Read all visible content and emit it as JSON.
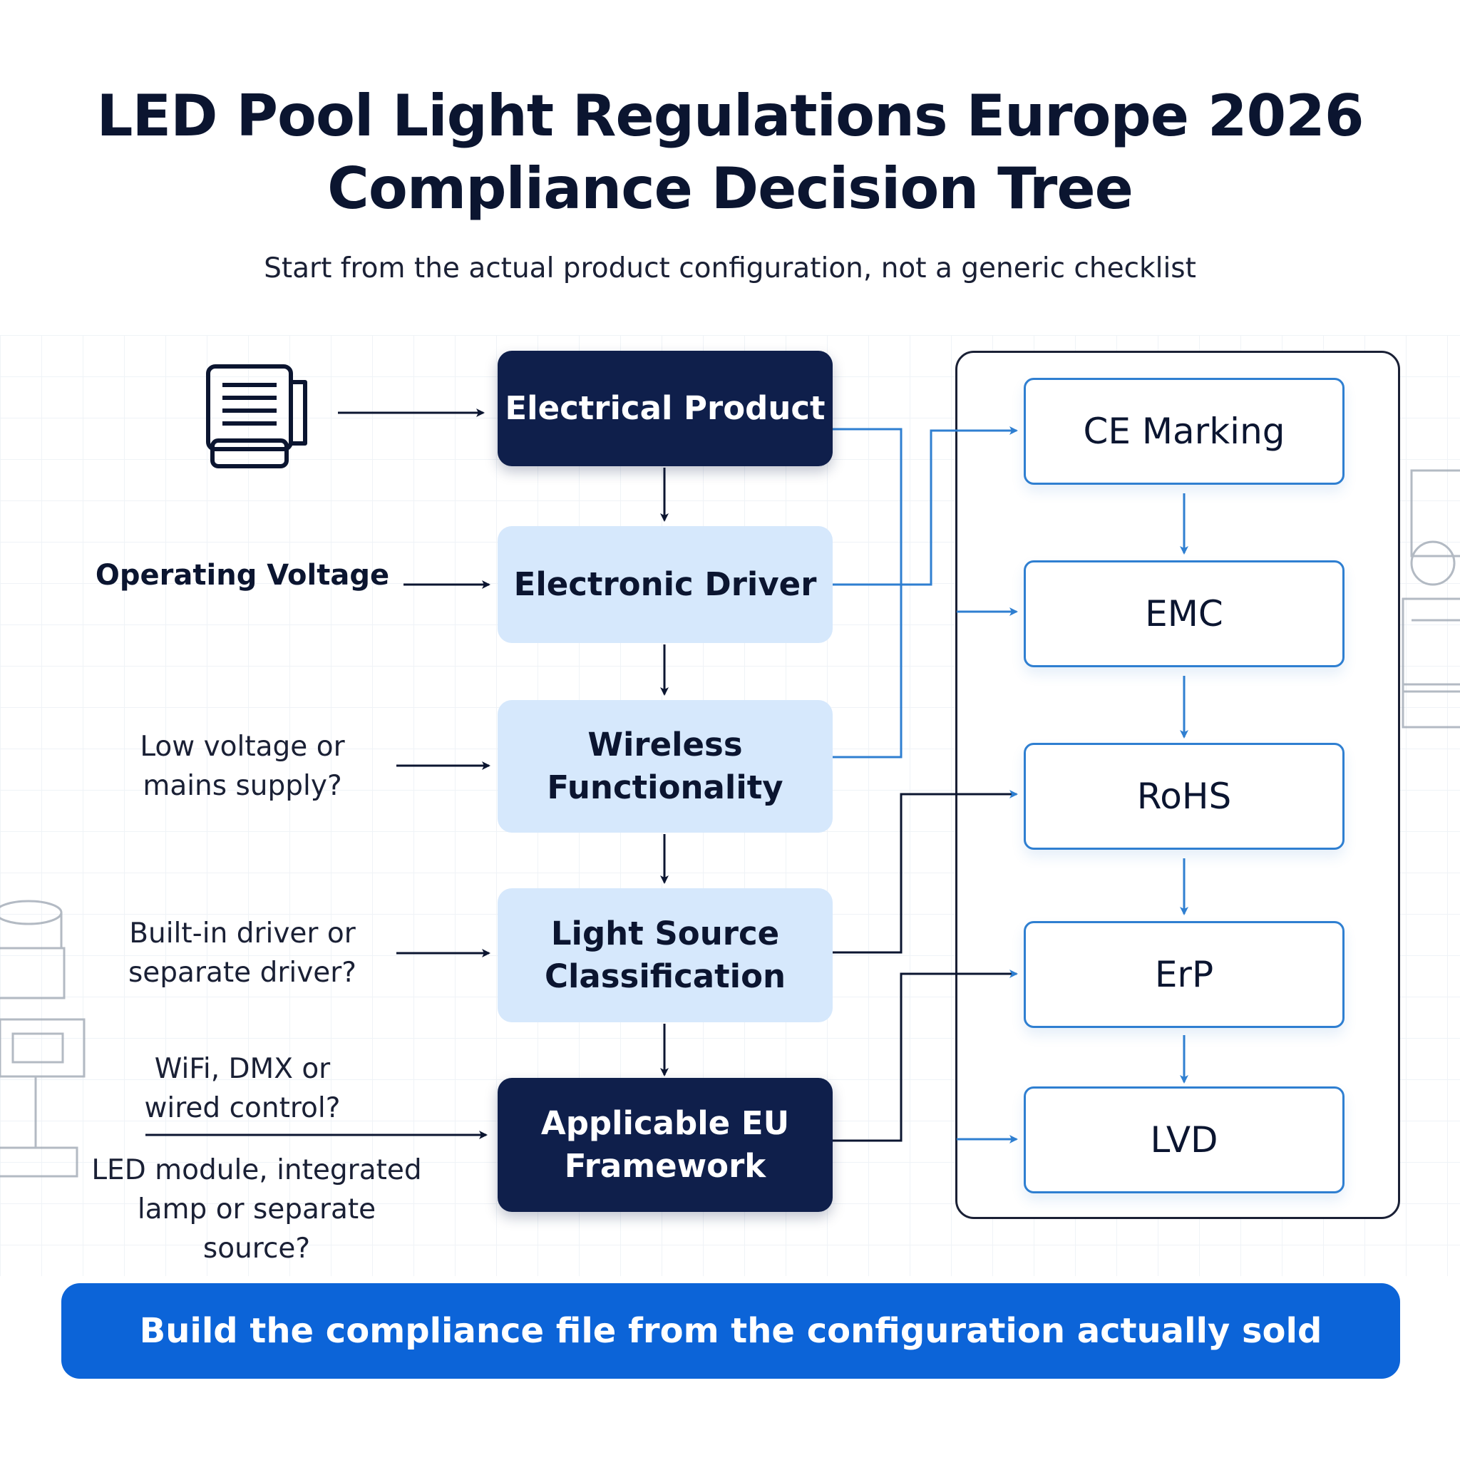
{
  "header": {
    "title_line1": "LED Pool Light Regulations Europe 2026",
    "title_line2": "Compliance Decision Tree",
    "subtitle": "Start from the actual product configuration, not a generic checklist"
  },
  "flow": {
    "nodes": [
      {
        "label": "Electrical Product"
      },
      {
        "label": "Electronic Driver"
      },
      {
        "label": "Wireless Functionality"
      },
      {
        "label": "Light Source Classification"
      },
      {
        "label": "Applicable EU Framework"
      }
    ]
  },
  "inputs": {
    "operating_voltage": "Operating Voltage",
    "q_supply_1": "Low voltage or",
    "q_supply_2": "mains supply?",
    "q_driver_1": "Built-in driver or",
    "q_driver_2": "separate driver?",
    "q_control_1": "WiFi, DMX or",
    "q_control_2": "wired control?",
    "q_source_1": "LED module, integrated",
    "q_source_2": "lamp or separate source?"
  },
  "requirements": [
    {
      "label": "CE Marking"
    },
    {
      "label": "EMC"
    },
    {
      "label": "RoHS"
    },
    {
      "label": "ErP"
    },
    {
      "label": "LVD"
    }
  ],
  "footer": {
    "banner": "Build the compliance file from the configuration actually sold"
  },
  "colors": {
    "dark_node": "#0f1f4b",
    "light_node": "#d6e8fc",
    "accent_blue": "#2f7fd1",
    "banner_blue": "#0c64d8"
  }
}
